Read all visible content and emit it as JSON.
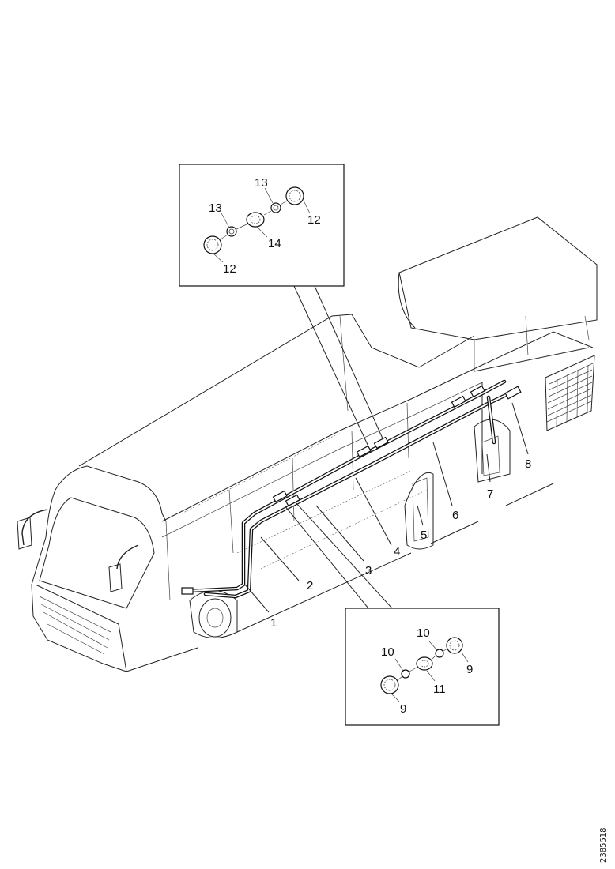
{
  "callouts": {
    "c1": "1",
    "c2": "2",
    "c3": "3",
    "c4": "4",
    "c5": "5",
    "c6": "6",
    "c7": "7",
    "c8": "8",
    "d9a": "9",
    "d9b": "9",
    "d10a": "10",
    "d10b": "10",
    "d11": "11",
    "d12a": "12",
    "d12b": "12",
    "d13a": "13",
    "d13b": "13",
    "d14": "14"
  },
  "figure_id": "2385518"
}
